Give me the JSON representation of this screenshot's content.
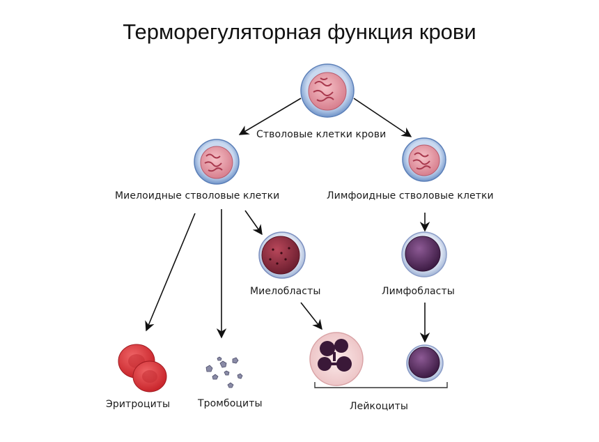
{
  "title": "Терморегуляторная функция крови",
  "labels": {
    "stem": "Стволовые клетки крови",
    "myeloid": "Миелоидные стволовые клетки",
    "lymphoid": "Лимфоидные стволовые клетки",
    "myeloblasts": "Миелобласты",
    "lymphoblasts": "Лимфобласты",
    "erythrocytes": "Эритроциты",
    "platelets": "Тромбоциты",
    "leukocytes": "Лейкоциты"
  },
  "colors": {
    "stem_cell": "#e8a3ad",
    "stem_membrane": "#8fb0dc",
    "myeloblast": "#8a2b3c",
    "lymphoblast": "#5a2d5e",
    "erythrocyte": "#d82f35",
    "leukocyte_cyto": "#f2d5d5",
    "arrow": "#111111"
  }
}
